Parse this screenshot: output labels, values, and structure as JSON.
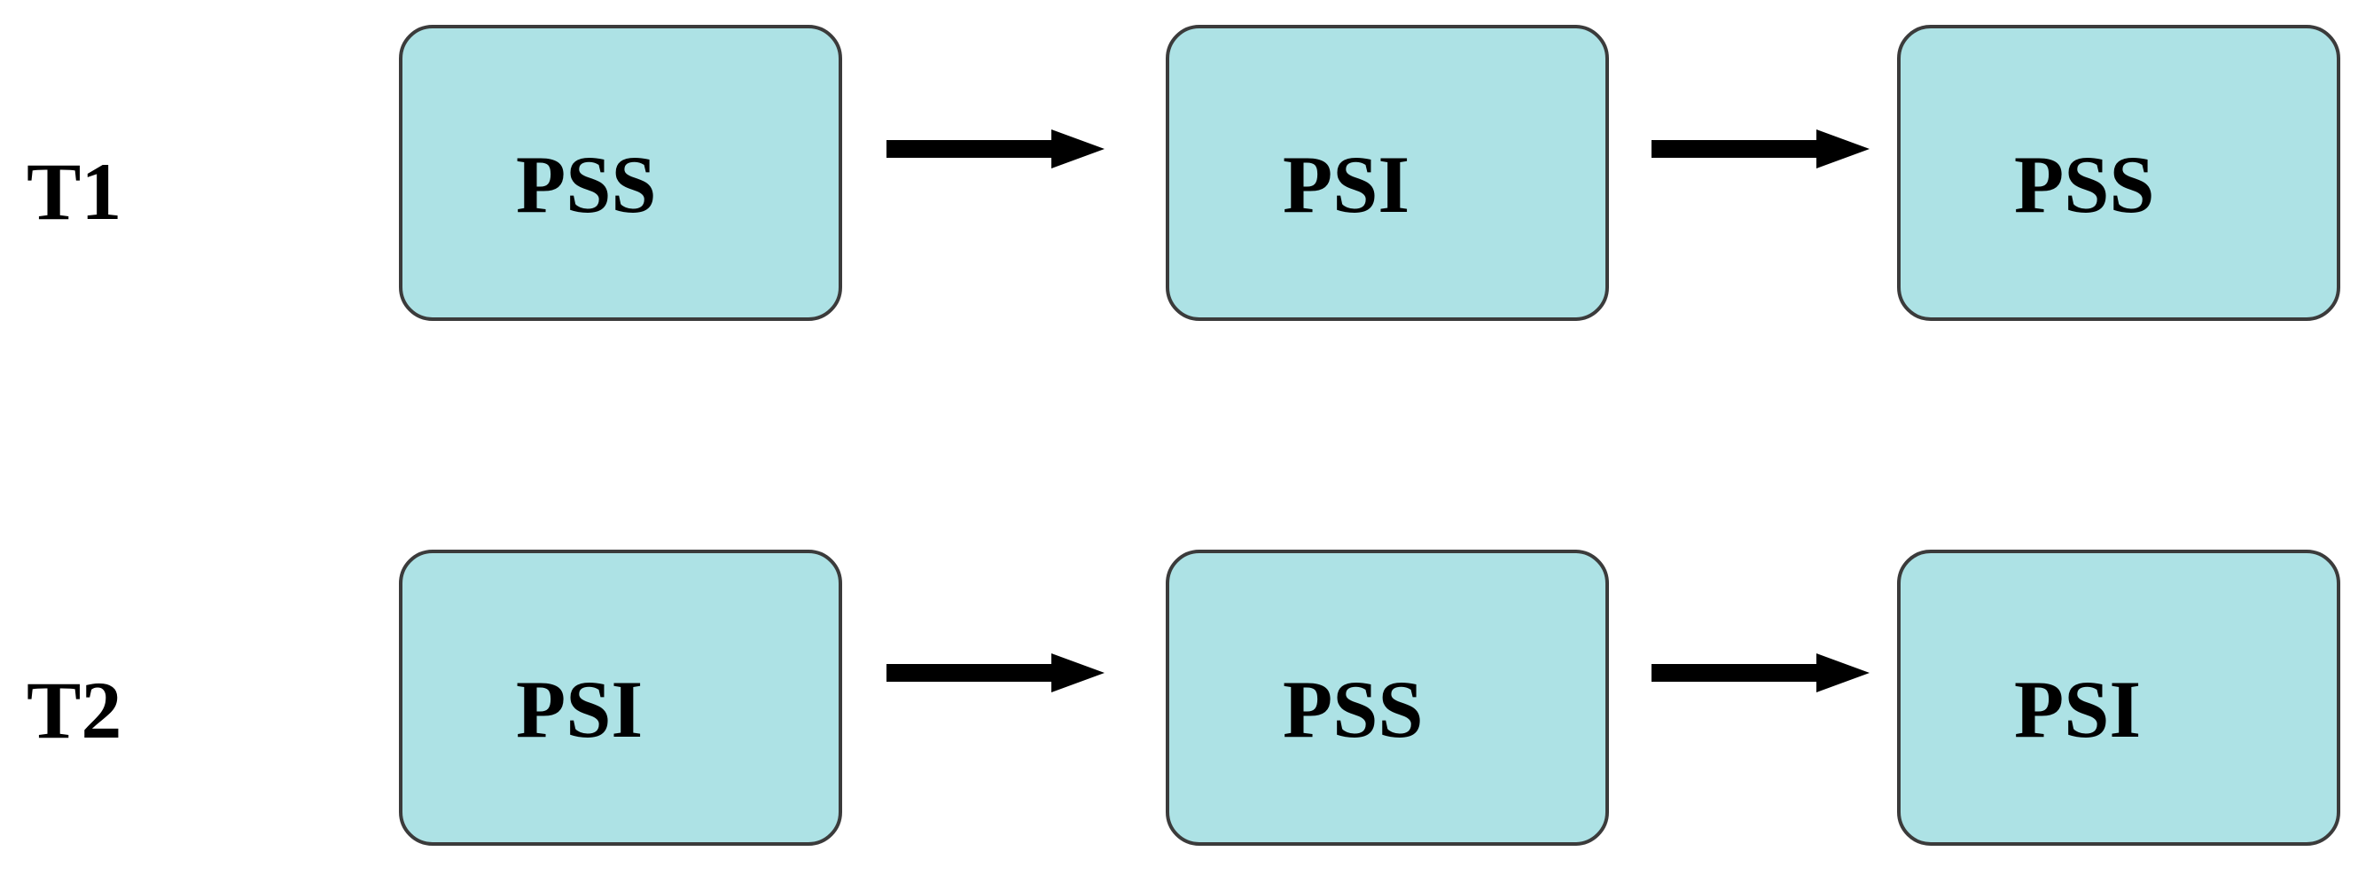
{
  "rows": [
    {
      "label": "T1",
      "steps": [
        "PSS",
        "PSI",
        "PSS"
      ]
    },
    {
      "label": "T2",
      "steps": [
        "PSI",
        "PSS",
        "PSI"
      ]
    }
  ],
  "colors": {
    "box_fill": "#ade2e5",
    "box_border": "#3b3b3b",
    "arrow": "#000000",
    "text": "#000000"
  }
}
